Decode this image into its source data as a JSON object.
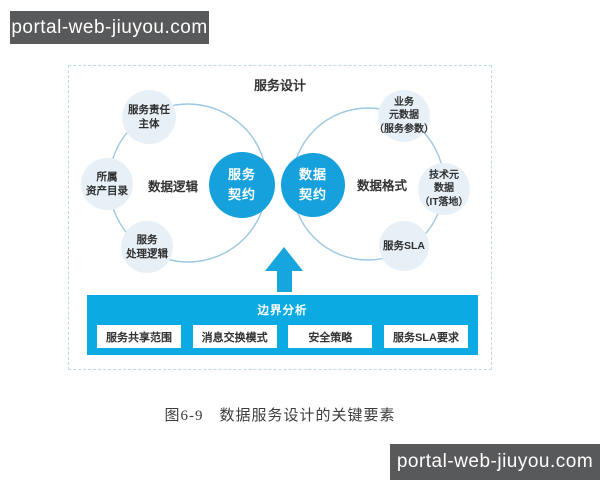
{
  "watermark_top": {
    "text": "portal-web-jiuyou.com"
  },
  "watermark_bottom": {
    "text": "portal-web-jiuyou.com"
  },
  "figure": {
    "title": "服务设计",
    "left_cluster": {
      "label": "数据逻辑",
      "hub": {
        "lines": [
          "服务",
          "契约"
        ]
      },
      "nodes": [
        {
          "lines": [
            "服务责任",
            "主体"
          ]
        },
        {
          "lines": [
            "所属",
            "资产目录"
          ]
        },
        {
          "lines": [
            "服务",
            "处理逻辑"
          ]
        }
      ]
    },
    "right_cluster": {
      "label": "数据格式",
      "hub": {
        "lines": [
          "数据",
          "契约"
        ]
      },
      "nodes": [
        {
          "lines": [
            "业务",
            "元数据",
            "（服务参数）"
          ]
        },
        {
          "lines": [
            "技术元",
            "数据",
            "（IT落地）"
          ]
        },
        {
          "lines": [
            "服务SLA"
          ]
        }
      ]
    },
    "boundary": {
      "title": "边界分析",
      "items": [
        "服务共享范围",
        "消息交换模式",
        "安全策略",
        "服务SLA要求"
      ]
    }
  },
  "caption": {
    "prefix": "图6-9",
    "text": "数据服务设计的关键要素"
  },
  "colors": {
    "circle_blue": "#17a1dc",
    "bar_blue": "#0caae2",
    "node_light": "#e7f0f7",
    "ring_stroke": "#9cc8e3",
    "arrow_blue": "#17a5de",
    "watermark_bg": "#58595b"
  }
}
